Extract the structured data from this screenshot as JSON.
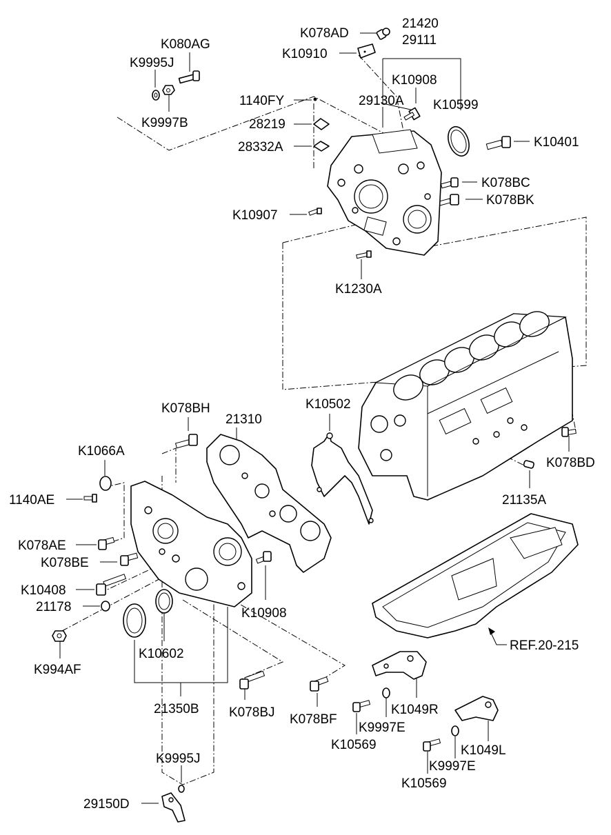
{
  "labels": {
    "k078ad": "K078AD",
    "n21420": "21420",
    "n29111": "29111",
    "k10910": "K10910",
    "k080ag": "K080AG",
    "k9995j_top": "K9995J",
    "k9997b": "K9997B",
    "k10908_top": "K10908",
    "n29130a": "29130A",
    "k10599": "K10599",
    "n1140fy": "1140FY",
    "n28219": "28219",
    "n28332a": "28332A",
    "k10401": "K10401",
    "k078bc": "K078BC",
    "k078bk": "K078BK",
    "k10907": "K10907",
    "k1230a": "K1230A",
    "k078bh": "K078BH",
    "n21310": "21310",
    "k10502": "K10502",
    "k1066a": "K1066A",
    "n1140ae": "1140AE",
    "k078bd": "K078BD",
    "n21135a": "21135A",
    "k078ae": "K078AE",
    "k078be": "K078BE",
    "k10408": "K10408",
    "n21178": "21178",
    "k10908_bot": "K10908",
    "k994af": "K994AF",
    "k10602": "K10602",
    "ref": "REF.20-215",
    "n21350b": "21350B",
    "k078bj": "K078BJ",
    "k078bf": "K078BF",
    "k1049r": "K1049R",
    "k9997e_1": "K9997E",
    "k10569_1": "K10569",
    "k1049l": "K1049L",
    "k9997e_2": "K9997E",
    "k10569_2": "K10569",
    "k9995j_bot": "K9995J",
    "n29150d": "29150D"
  }
}
